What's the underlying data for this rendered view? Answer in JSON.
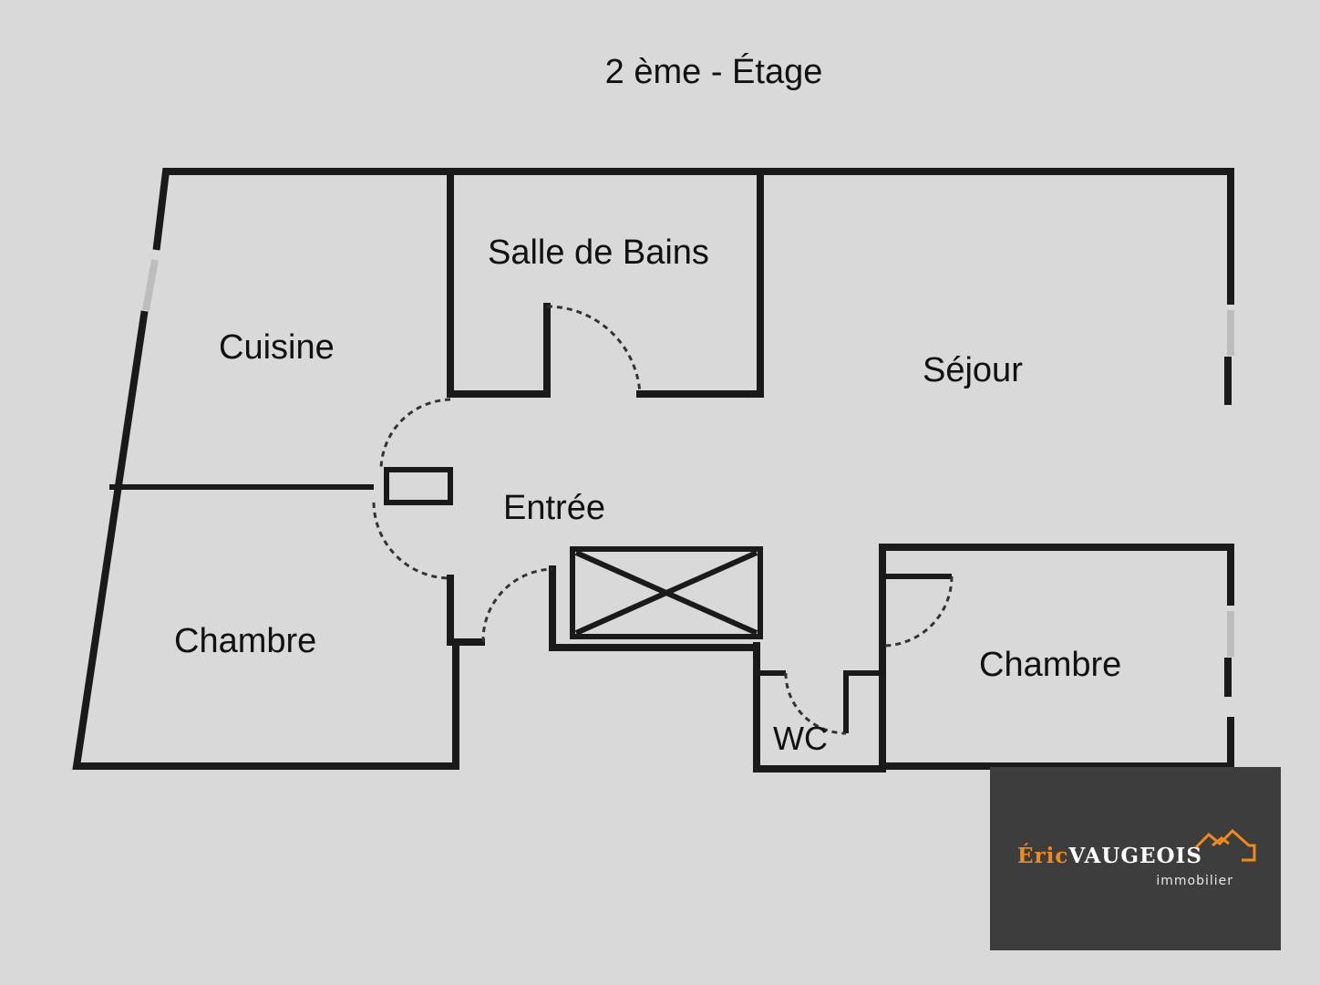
{
  "title": "2 ème - Étage",
  "rooms": {
    "cuisine": "Cuisine",
    "salle_de_bains": "Salle de Bains",
    "sejour": "Séjour",
    "entree": "Entrée",
    "chambre_left": "Chambre",
    "chambre_right": "Chambre",
    "wc": "WC"
  },
  "logo": {
    "first_name": "Éric",
    "last_name": "VAUGEOIS",
    "subtitle": "immobilier",
    "icon": "houses-roof-icon",
    "colors": {
      "background": "#3d3d3d",
      "accent": "#f08a1c",
      "text": "#ffffff"
    }
  }
}
